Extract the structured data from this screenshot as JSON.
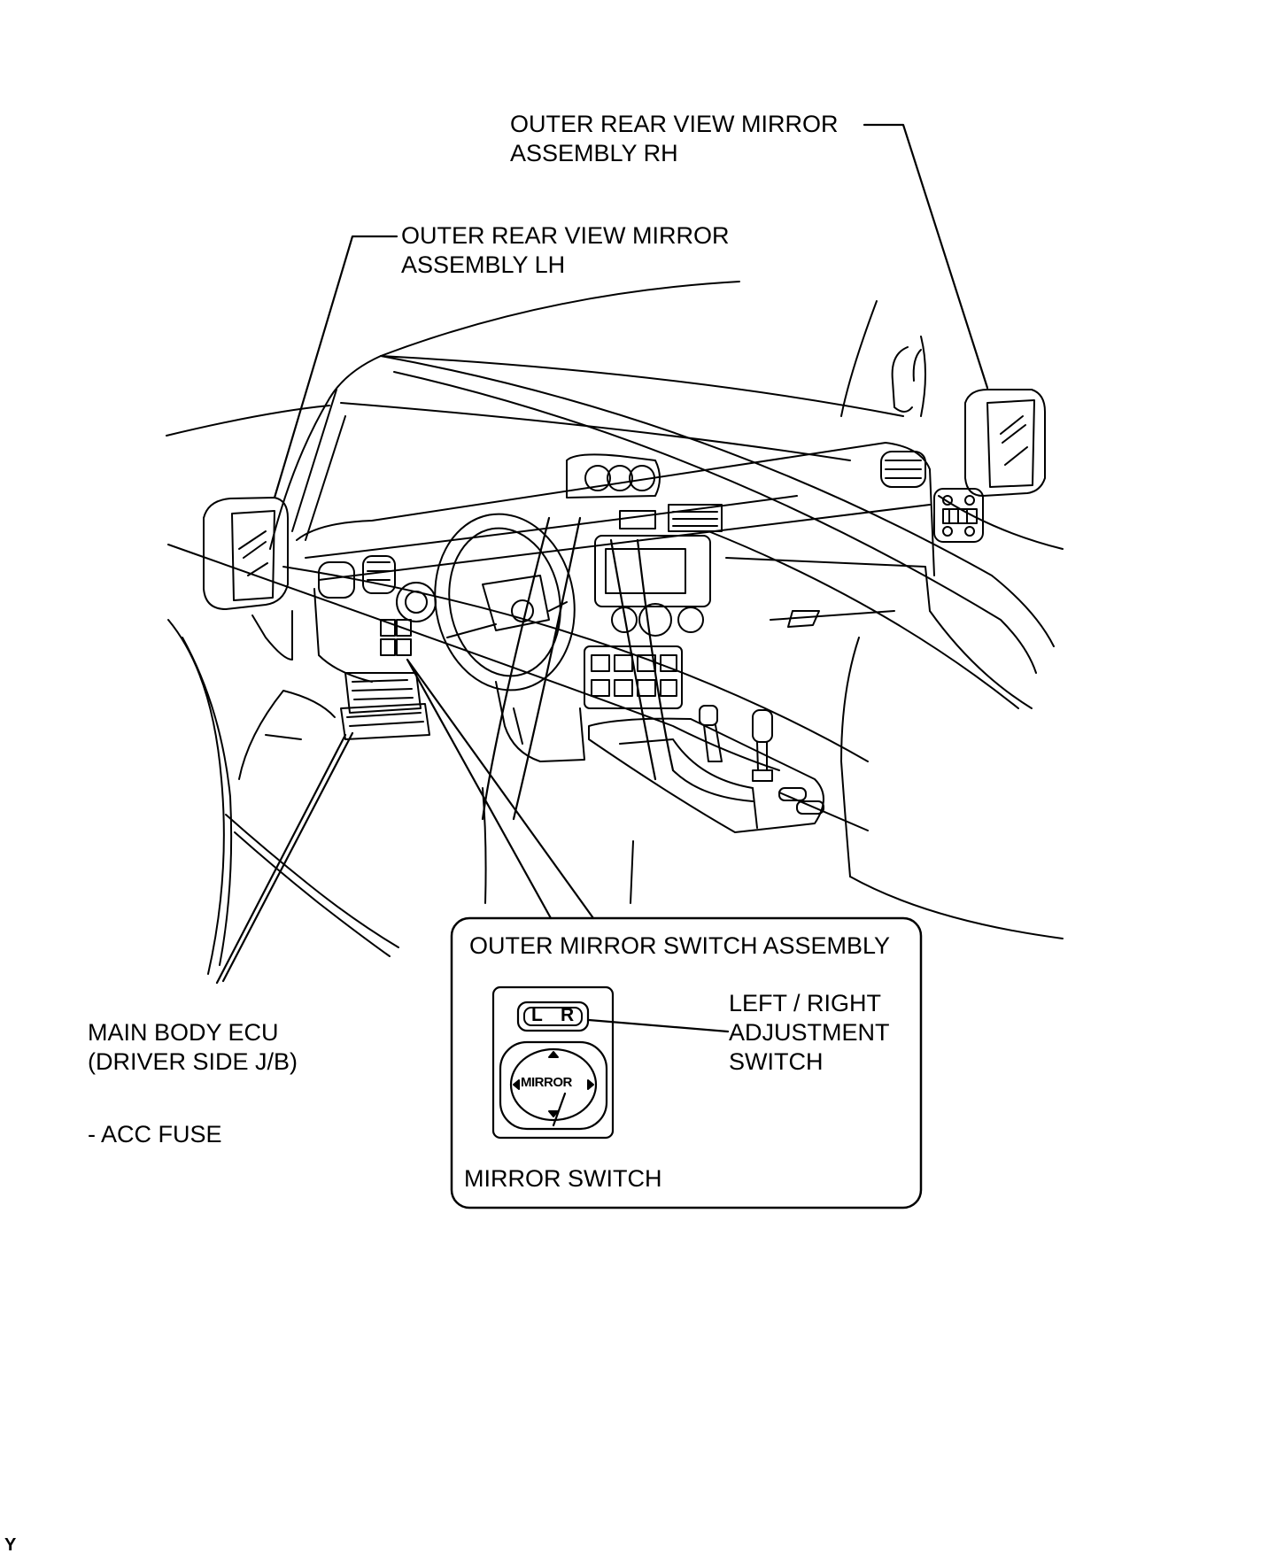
{
  "labels": {
    "mirror_rh_line1": "OUTER REAR VIEW MIRROR",
    "mirror_rh_line2": "ASSEMBLY RH",
    "mirror_lh_line1": "OUTER REAR VIEW MIRROR",
    "mirror_lh_line2": "ASSEMBLY LH",
    "ecu_line1": "MAIN BODY ECU",
    "ecu_line2": "(DRIVER SIDE J/B)",
    "acc_fuse": "- ACC FUSE",
    "switch_assembly_title": "OUTER MIRROR SWITCH ASSEMBLY",
    "lr_switch_line1": "LEFT / RIGHT",
    "lr_switch_line2": "ADJUSTMENT",
    "lr_switch_line3": "SWITCH",
    "mirror_switch": "MIRROR SWITCH"
  },
  "switch_buttons": {
    "left": "L",
    "right": "R",
    "mirror": "MIRROR"
  },
  "corner_code": "Y"
}
